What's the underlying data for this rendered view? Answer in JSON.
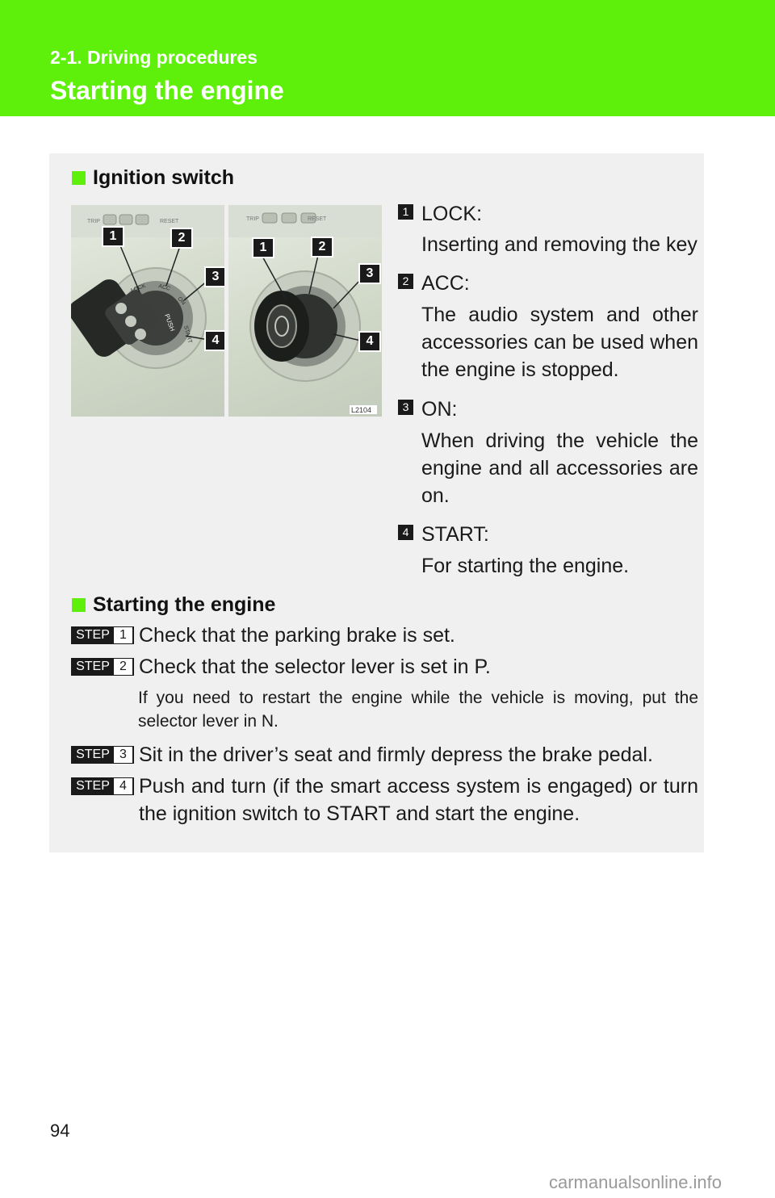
{
  "header": {
    "section_label": "2-1. Driving procedures",
    "title": "Starting the engine",
    "color": "#5ef00a"
  },
  "ignition": {
    "heading": "Ignition switch",
    "image_code": "L2104",
    "photo_left_text": [
      "TRIP",
      "RESET",
      "LOCK",
      "ACC",
      "ON",
      "PUSH",
      "START"
    ],
    "photo_right_text": [
      "TRIP",
      "RESET"
    ],
    "callouts": [
      "1",
      "2",
      "3",
      "4"
    ],
    "items": [
      {
        "num": "1",
        "term": "LOCK:",
        "desc": "Inserting and removing the key"
      },
      {
        "num": "2",
        "term": "ACC:",
        "desc": "The audio system and other accessories can be used when the engine is stopped."
      },
      {
        "num": "3",
        "term": "ON:",
        "desc": "When driving the vehicle the engine and all accessories are on."
      },
      {
        "num": "4",
        "term": "START:",
        "desc": "For starting the engine."
      }
    ]
  },
  "starting": {
    "heading": "Starting the engine",
    "step_label": "STEP",
    "steps": [
      {
        "num": "1",
        "text": "Check that the parking brake is set."
      },
      {
        "num": "2",
        "text": "Check that the selector lever is set in P."
      },
      {
        "num": "3",
        "text": "Sit in the driver’s seat and firmly depress the brake pedal."
      },
      {
        "num": "4",
        "text": "Push and turn (if the smart access system is engaged) or turn the ignition switch to START and start the engine."
      }
    ],
    "note": "If you need to restart the engine while the vehicle is moving, put the selector lever in N."
  },
  "footer": {
    "page_number": "94",
    "watermark": "carmanualsonline.info"
  }
}
